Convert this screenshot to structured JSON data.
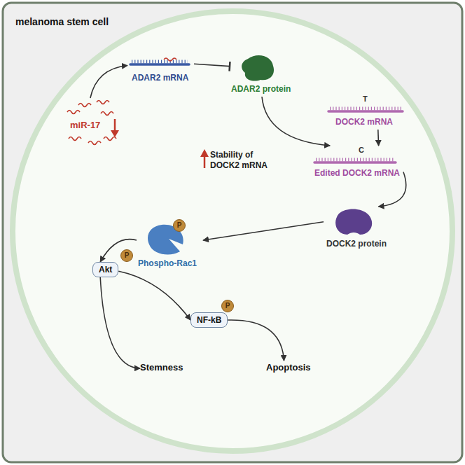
{
  "diagram": {
    "nodes": [
      {
        "text": [
          "melanoma stem cell"
        ]
      },
      {
        "text": [
          "miR-17"
        ],
        "in": 0
      },
      {
        "text": [
          "ADAR2 mRNA"
        ],
        "in": 0
      },
      {
        "text": [
          "ADAR2 protein"
        ],
        "in": 0
      },
      {
        "text": [
          "DOCK2 mRNA"
        ],
        "in": 0
      },
      {
        "text": [
          "Edited DOCK2 mRNA"
        ],
        "in": 0
      },
      {
        "text": [
          "DOCK2 protein"
        ],
        "in": 0
      },
      {
        "text": [
          "Phospho-Rac1"
        ],
        "in": 0
      },
      {
        "text": [
          "Akt"
        ],
        "in": 0
      },
      {
        "text": [
          "NF-kB"
        ],
        "in": 0
      },
      {
        "text": [
          "Stemness"
        ],
        "in": 0
      },
      {
        "text": [
          "Apoptosis"
        ],
        "in": 0
      }
    ],
    "edges": [
      {
        "from": 1,
        "to": 2,
        "arrow": "to"
      },
      {
        "from": 2,
        "to": 3,
        "arrow": "to"
      },
      {
        "from": 3,
        "to": 5,
        "arrow": "to"
      },
      {
        "from": 4,
        "to": 5,
        "arrow": "to"
      },
      {
        "from": 5,
        "to": 6,
        "arrow": "to"
      },
      {
        "from": 6,
        "to": 7,
        "arrow": "to"
      },
      {
        "from": 7,
        "to": 8,
        "arrow": "to"
      },
      {
        "from": 8,
        "to": 10,
        "arrow": "to"
      },
      {
        "from": 8,
        "to": 9,
        "arrow": "to"
      },
      {
        "from": 9,
        "to": 11,
        "arrow": "to"
      }
    ],
    "labels": [
      "Stability of DOCK2 mRNA",
      "T",
      "C",
      "P",
      "P",
      "P"
    ]
  }
}
